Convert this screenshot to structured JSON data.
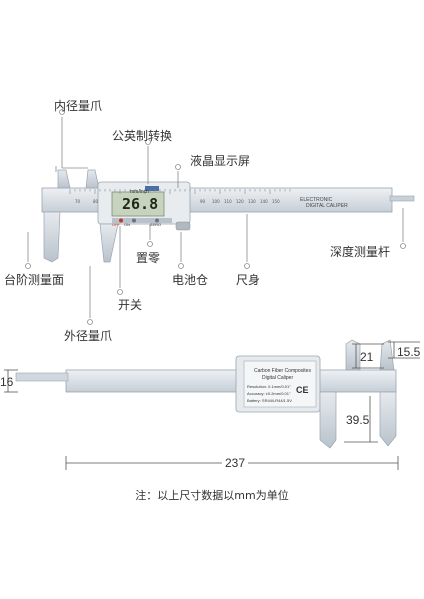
{
  "labels": {
    "inner_jaw": "内径量爪",
    "unit_switch": "公英制转换",
    "lcd_screen": "液晶显示屏",
    "depth_rod": "深度测量杆",
    "step_face": "台阶测量面",
    "zero": "置零",
    "battery": "电池仓",
    "ruler_body": "尺身",
    "power_switch": "开关",
    "outer_jaw": "外径量爪"
  },
  "device": {
    "display_value": "26.8",
    "unit_button": "mm/inch",
    "btn_off": "OFF",
    "btn_on": "ON",
    "btn_zero": "ZERO",
    "brand_line1": "ELECTRONIC",
    "brand_line2": "DIGITAL CALIPER",
    "scale_ticks": [
      "70",
      "80",
      "90",
      "100",
      "110",
      "120",
      "130",
      "140",
      "150"
    ]
  },
  "dimensions": {
    "outer_jaw_width": "21",
    "inner_jaw_width": "15.5",
    "rod_height": "16",
    "outer_jaw_depth": "39.5",
    "total_length": "237"
  },
  "spec_plate": {
    "line1": "Carbon Fiber Composites",
    "line2": "Digital Caliper",
    "line3": "Resolution: 0.1mm/0.01\"",
    "line4": "Accuracy: ±0.2mm/0.01\"",
    "line5": "Battery: SR44/LR44/1.5V",
    "mark": "CE"
  },
  "note": "注：以上尺寸数据以mm为单位",
  "colors": {
    "body": "#d9dfe6",
    "body_dark": "#a9b3bd",
    "lcd": "#c7d2bf",
    "leader": "#8a8a8a"
  }
}
